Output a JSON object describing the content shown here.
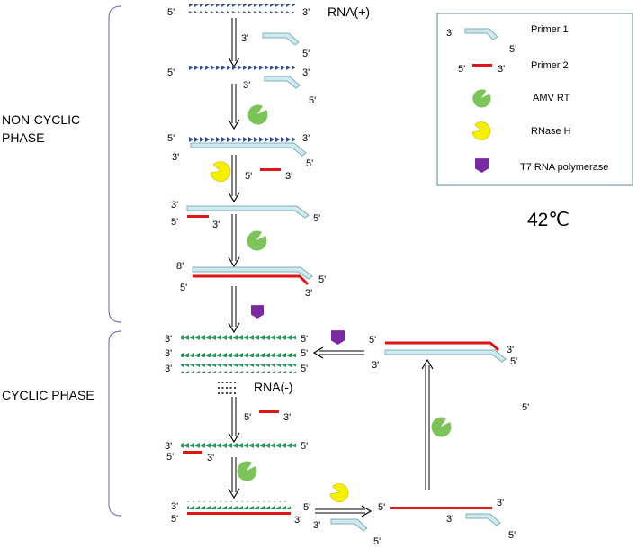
{
  "phases": {
    "non_cyclic": [
      "NON-CYCLIC",
      "PHASE"
    ],
    "cyclic": "CYCLIC PHASE"
  },
  "strand_labels": {
    "rna_plus": "RNA(+)",
    "rna_minus": "RNA(-)"
  },
  "end_marks": {
    "five_prime": "5'",
    "three_prime": "3'",
    "eight_prime": "8'"
  },
  "temperature": "42℃",
  "legend": {
    "items": [
      {
        "label": "Primer 1",
        "icon": "primer-1-icon"
      },
      {
        "label": "Primer 2",
        "icon": "primer-2-icon"
      },
      {
        "label": "AMV RT",
        "icon": "amv-rt-icon"
      },
      {
        "label": "RNase H",
        "icon": "rnase-h-icon"
      },
      {
        "label": "T7 RNA polymerase",
        "icon": "t7-rna-polymerase-icon"
      }
    ]
  },
  "colors": {
    "rna_plus": "#3a4f8c",
    "rna_minus": "#1ea05a",
    "primer_1_fill": "#cfe9ee",
    "primer_1_stroke": "#7fb0bb",
    "primer_2": "#e01515",
    "amv_rt": "#7cc35a",
    "rnase_h": "#f5f000",
    "t7_polymerase": "#7a2aa0",
    "bracket": "#5a66b0",
    "legend_border": "#8fb2b2"
  }
}
